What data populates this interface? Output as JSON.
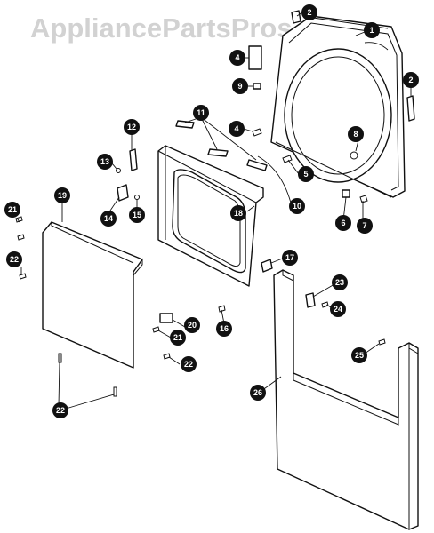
{
  "watermark": "AppliancePartsPros.com",
  "callouts": {
    "c1": "1",
    "c2a": "2",
    "c2b": "2",
    "c4a": "4",
    "c4b": "4",
    "c5": "5",
    "c6": "6",
    "c7": "7",
    "c8": "8",
    "c9": "9",
    "c10": "10",
    "c11": "11",
    "c12": "12",
    "c13": "13",
    "c14": "14",
    "c15": "15",
    "c16": "16",
    "c17": "17",
    "c18": "18",
    "c19": "19",
    "c20": "20",
    "c21a": "21",
    "c21b": "21",
    "c22a": "22",
    "c22b": "22",
    "c22c": "22",
    "c23": "23",
    "c24": "24",
    "c25": "25",
    "c26": "26"
  }
}
